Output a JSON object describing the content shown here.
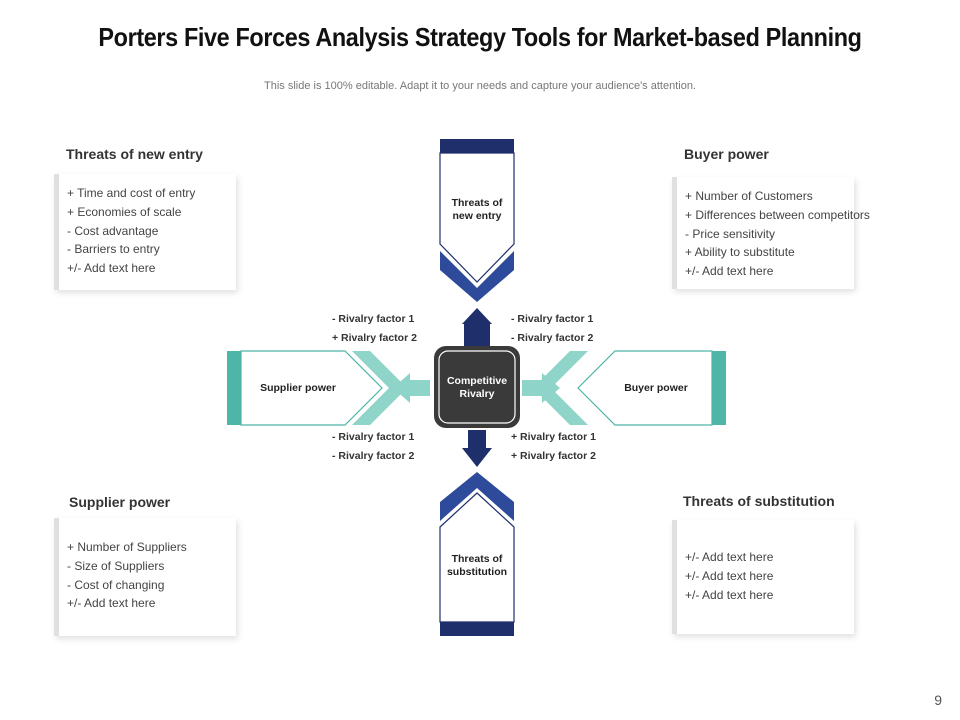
{
  "title": "Porters Five Forces Analysis Strategy Tools for Market-based Planning",
  "subtitle": "This slide is 100% editable. Adapt it to your needs and capture your audience's attention.",
  "colors": {
    "navy": "#1f2f6b",
    "teal": "#4fb5a6",
    "light_teal": "#8fd4c9",
    "center": "#3a3a3a"
  },
  "boxes": {
    "threats_new_entry": {
      "title": "Threats of new entry",
      "lines": [
        "+ Time  and cost of entry",
        "+ Economies of scale",
        "- Cost advantage",
        "- Barriers to entry",
        "+/- Add text here"
      ]
    },
    "buyer_power": {
      "title": "Buyer power",
      "lines": [
        "+ Number  of Customers",
        "+ Differences  between  competitors",
        "- Price sensitivity",
        "+ Ability to substitute",
        "+/- Add text here"
      ]
    },
    "supplier_power": {
      "title": "Supplier power",
      "lines": [
        "+ Number of Suppliers",
        "- Size of Suppliers",
        "- Cost of changing",
        "+/- Add text here"
      ]
    },
    "threats_substitution": {
      "title": "Threats of substitution",
      "lines": [
        "+/- Add text here",
        "+/- Add text here",
        "+/- Add text here"
      ]
    }
  },
  "diagram": {
    "center": "Competitive Rivalry",
    "top": "Threats of new entry",
    "bottom": "Threats of substitution",
    "left": "Supplier power",
    "right": "Buyer power",
    "rivalry": {
      "top_left": [
        "- Rivalry factor 1",
        "+ Rivalry factor 2"
      ],
      "top_right": [
        "- Rivalry factor 1",
        "- Rivalry factor 2"
      ],
      "bottom_left": [
        "- Rivalry factor 1",
        "- Rivalry factor 2"
      ],
      "bottom_right": [
        "+ Rivalry factor 1",
        "+ Rivalry factor 2"
      ]
    }
  },
  "page_number": "9"
}
